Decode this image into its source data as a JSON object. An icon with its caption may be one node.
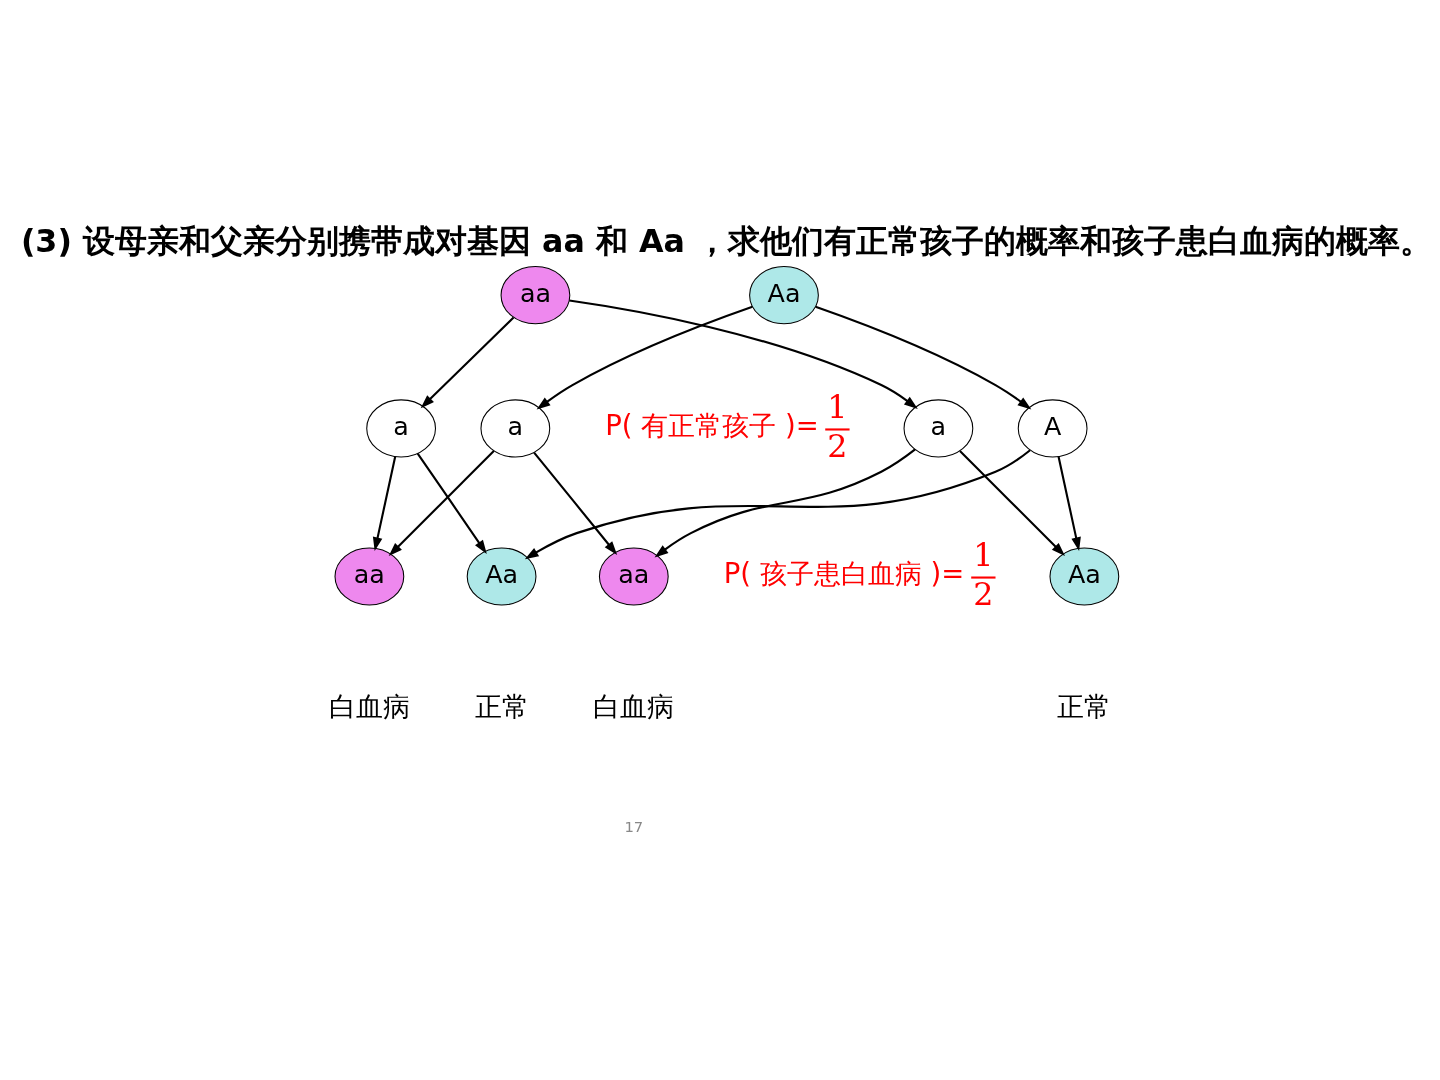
{
  "diagram": {
    "title": "(3) 设母亲和父亲分别携带成对基因 aa 和 Aa ，求他们有正常孩子的概率和孩子患白血病的概率。",
    "nodes": [
      {
        "text": [
          "aa"
        ]
      },
      {
        "text": [
          "Aa"
        ]
      },
      {
        "text": [
          "a"
        ]
      },
      {
        "text": [
          "a"
        ]
      },
      {
        "text": [
          "A"
        ]
      },
      {
        "text": [
          "a"
        ]
      },
      {
        "text": [
          "Aa"
        ],
        "beside": [
          "正常"
        ]
      },
      {
        "text": [
          "aa"
        ],
        "beside": [
          "白血病"
        ]
      },
      {
        "text": [
          "Aa"
        ],
        "beside": [
          "正常"
        ]
      },
      {
        "text": [
          "aa"
        ],
        "beside": [
          "白血病"
        ]
      }
    ],
    "edges": [
      {
        "from": 0,
        "to": 2,
        "arrow": "to"
      },
      {
        "from": 0,
        "to": 3,
        "arrow": "to"
      },
      {
        "from": 1,
        "to": 4,
        "arrow": "to"
      },
      {
        "from": 1,
        "to": 5,
        "arrow": "to"
      },
      {
        "from": 2,
        "to": 6,
        "arrow": "to"
      },
      {
        "from": 2,
        "to": 7,
        "arrow": "to"
      },
      {
        "from": 3,
        "to": 8,
        "arrow": "to"
      },
      {
        "from": 3,
        "to": 9,
        "arrow": "to"
      },
      {
        "from": 4,
        "to": 6,
        "arrow": "to"
      },
      {
        "from": 4,
        "to": 8,
        "arrow": "to"
      },
      {
        "from": 5,
        "to": 7,
        "arrow": "to"
      },
      {
        "from": 5,
        "to": 9,
        "arrow": "to"
      }
    ],
    "labels": [
      "P( 有正常孩子 )=",
      "1",
      "2",
      "P( 孩子患白血病 )=",
      "1",
      "2",
      "17"
    ]
  }
}
